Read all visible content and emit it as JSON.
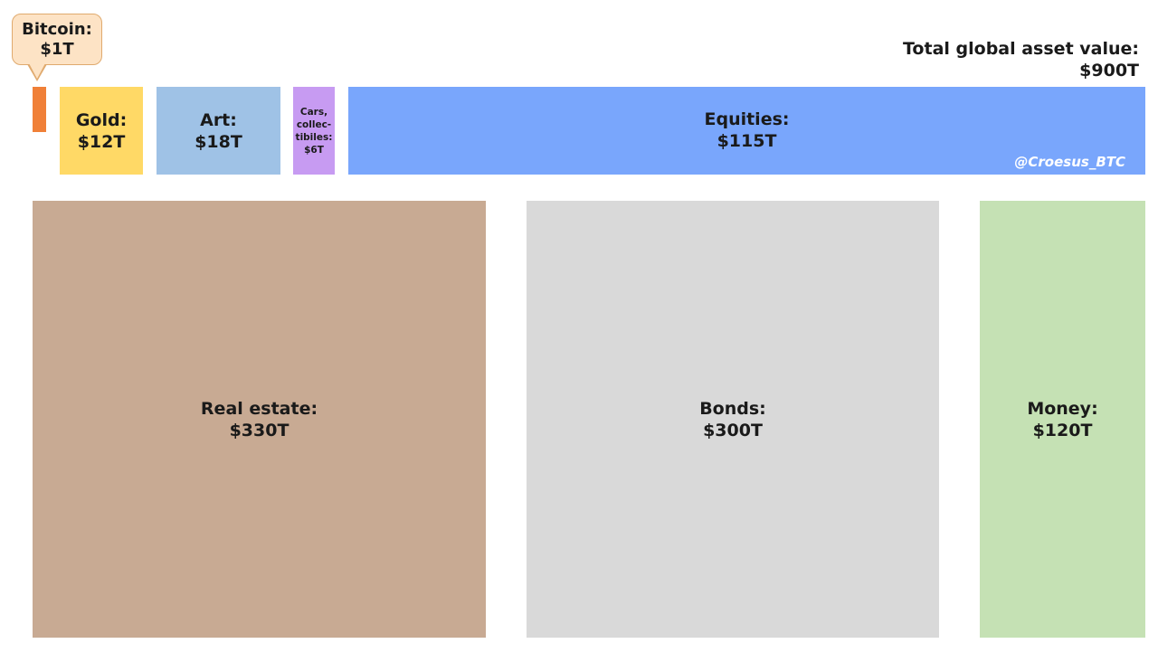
{
  "total": {
    "label": "Total global asset value:",
    "value": "$900T"
  },
  "watermark": "@Croesus_BTC",
  "chart_data": {
    "type": "treemap",
    "unit": "trillion USD",
    "total_value": 900,
    "items": [
      {
        "id": "bitcoin",
        "label": "Bitcoin:",
        "value_label": "$1T",
        "value": 1,
        "color": "#f08038"
      },
      {
        "id": "gold",
        "label": "Gold:",
        "value_label": "$12T",
        "value": 12,
        "color": "#ffd966"
      },
      {
        "id": "art",
        "label": "Art:",
        "value_label": "$18T",
        "value": 18,
        "color": "#9fc2e6"
      },
      {
        "id": "cars",
        "label": "Cars, collec-tibiles:",
        "value_label": "$6T",
        "value": 6,
        "color": "#c79bf2"
      },
      {
        "id": "equities",
        "label": "Equities:",
        "value_label": "$115T",
        "value": 115,
        "color": "#79a6fc"
      },
      {
        "id": "real-estate",
        "label": "Real estate:",
        "value_label": "$330T",
        "value": 330,
        "color": "#c8aa93"
      },
      {
        "id": "bonds",
        "label": "Bonds:",
        "value_label": "$300T",
        "value": 300,
        "color": "#d9d9d9"
      },
      {
        "id": "money",
        "label": "Money:",
        "value_label": "$120T",
        "value": 120,
        "color": "#c5e1b4"
      }
    ]
  }
}
